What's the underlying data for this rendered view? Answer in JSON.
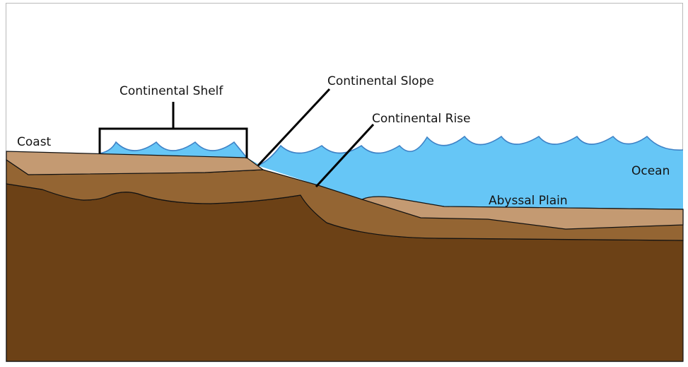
{
  "labels": {
    "continental_shelf": "Continental Shelf",
    "continental_slope": "Continental Slope",
    "continental_rise": "Continental Rise",
    "coast": "Coast",
    "ocean": "Ocean",
    "abyssal_plain": "Abyssal Plain"
  },
  "colors": {
    "water": "#66c6f6",
    "wave_line": "#3e82c6",
    "sediment_light": "#c49a72",
    "sediment_mid": "#946533",
    "bedrock": "#6c4116",
    "outline": "#121212",
    "pointer": "#000000"
  }
}
